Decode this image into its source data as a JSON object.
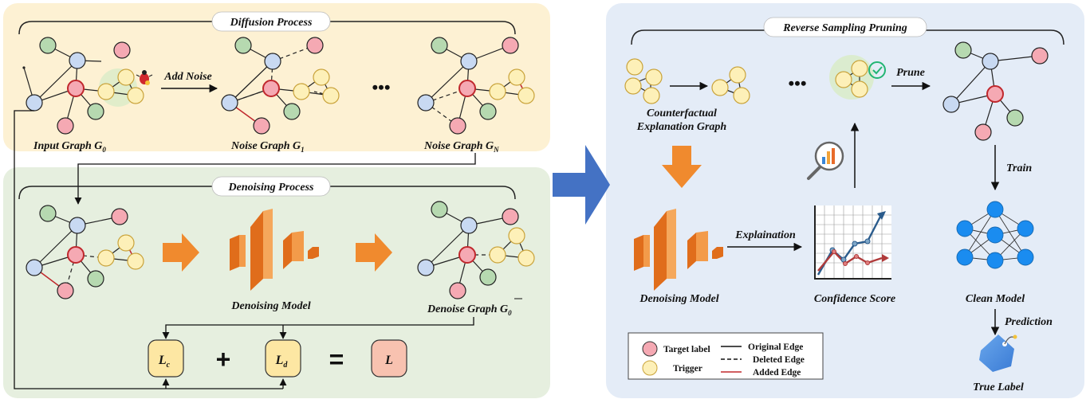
{
  "colors": {
    "diffusion_bg": "#fdf1d3",
    "denoising_bg": "#e6efdf",
    "right_bg": "#e4ecf7",
    "node_red": "#f5a9b3",
    "node_blue": "#c8d9f2",
    "node_green": "#b6d9b0",
    "node_yellow": "#fdf0b8",
    "target_center": "#f08a97",
    "added_edge": "#c0282d",
    "big_arrow": "#4472c4",
    "orange": "#f08a2e",
    "clean_node": "#1a8cf0"
  },
  "diffusion": {
    "title": "Diffusion Process",
    "add_noise": "Add Noise",
    "ellipsis": "•••",
    "input_graph": "Input Graph G",
    "input_sub": "0",
    "noise1": "Noise Graph G",
    "noise1_sub": "1",
    "noiseN": "Noise Graph G",
    "noiseN_sub": "N"
  },
  "denoising": {
    "title": "Denoising Process",
    "model": "Denoising Model",
    "denoise_graph": "Denoise Graph G",
    "denoise_sub": "0",
    "loss_c": "L",
    "loss_c_sub": "c",
    "plus": "+",
    "loss_d": "L",
    "loss_d_sub": "d",
    "equals": "=",
    "loss": "L"
  },
  "right": {
    "title": "Reverse Sampling Pruning",
    "cf_line1": "Counterfactual",
    "cf_line2": "Explanation Graph",
    "ellipsis": "•••",
    "prune": "Prune",
    "train": "Train",
    "explanation": "Explaination",
    "denoising_model": "Denoising Model",
    "confidence": "Confidence Score",
    "clean_model": "Clean Model",
    "prediction": "Prediction",
    "true_label": "True Label"
  },
  "legend": {
    "target_label": "Target label",
    "trigger": "Trigger",
    "original_edge": "Original Edge",
    "deleted_edge": "Deleted Edge",
    "added_edge": "Added Edge"
  }
}
